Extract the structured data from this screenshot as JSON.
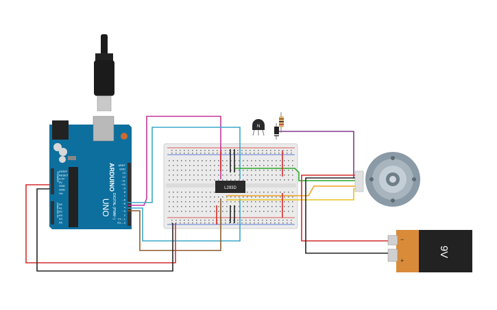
{
  "arduino": {
    "brand": "ARDUINO",
    "model": "UNO",
    "digital_header": "DIGITAL (PWM~)",
    "power_header": "POWER",
    "analog_header": "ANALOG IN",
    "power_pins": [
      "IOREF",
      "RESET",
      "3.3V",
      "5V",
      "GND",
      "GND",
      "Vin"
    ],
    "analog_pins": [
      "A0",
      "A1",
      "A2",
      "A3",
      "A4",
      "A5"
    ],
    "digital_pins": [
      "AREF",
      "GND",
      "13",
      "12",
      "~11",
      "~10",
      "~9",
      "8",
      "7",
      "~6",
      "~5",
      "4",
      "~3",
      "2",
      "TX→1",
      "RX←0"
    ]
  },
  "chip": {
    "label": "L293D"
  },
  "transistor": {
    "label": "N"
  },
  "battery": {
    "label": "9V",
    "minus": "−",
    "plus": "+"
  },
  "colors": {
    "red": "#d42a2a",
    "black": "#222222",
    "magenta": "#c0359b",
    "cyan": "#3aa7c9",
    "brown": "#8b5a2b",
    "green": "#2aa82a",
    "yellow": "#e8c21c",
    "orange": "#f0a020",
    "purple": "#7d3d8c",
    "board": "#0d6f9e",
    "breadboard": "#ebebeb",
    "battery_body": "#d98b3a"
  }
}
